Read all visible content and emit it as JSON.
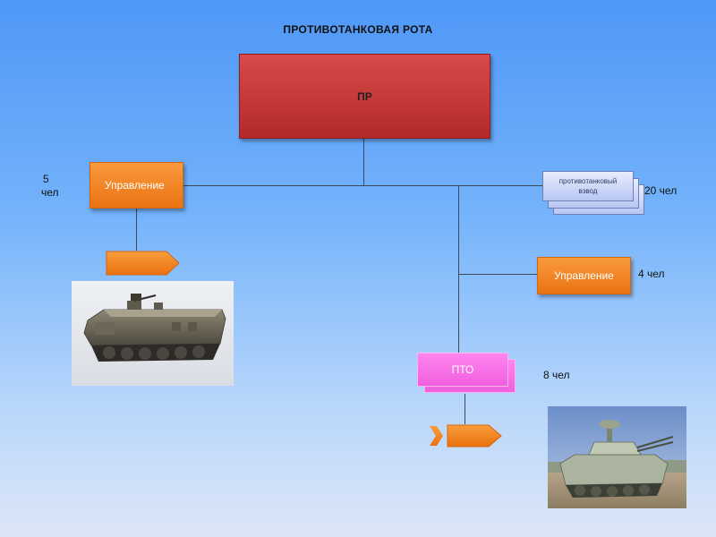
{
  "title": "ПРОТИВОТАНКОВАЯ РОТА",
  "nodes": {
    "pr": "ПР",
    "management_left": "Управление",
    "platoon": "противотанковый взвод",
    "management_right": "Управление",
    "pto": "ПТО"
  },
  "labels": {
    "left_count_num": "5",
    "left_count_unit": "чел",
    "platoon_count": "20 чел",
    "management_count": "4 чел",
    "pto_count": "8 чел"
  },
  "icons": {
    "apc_photo": "armored-personnel-carrier-photo",
    "spaa_photo": "anti-aircraft-vehicle-photo",
    "arrow_left": "orange-pentagon-arrow",
    "arrow_pto": "orange-chevron-arrow"
  },
  "colors": {
    "pr_box": "#c93636",
    "orange_box": "#f0821f",
    "platoon_box": "#c9d5f5",
    "pto_box": "#f46ce3",
    "connector": "#3a4a5a"
  }
}
